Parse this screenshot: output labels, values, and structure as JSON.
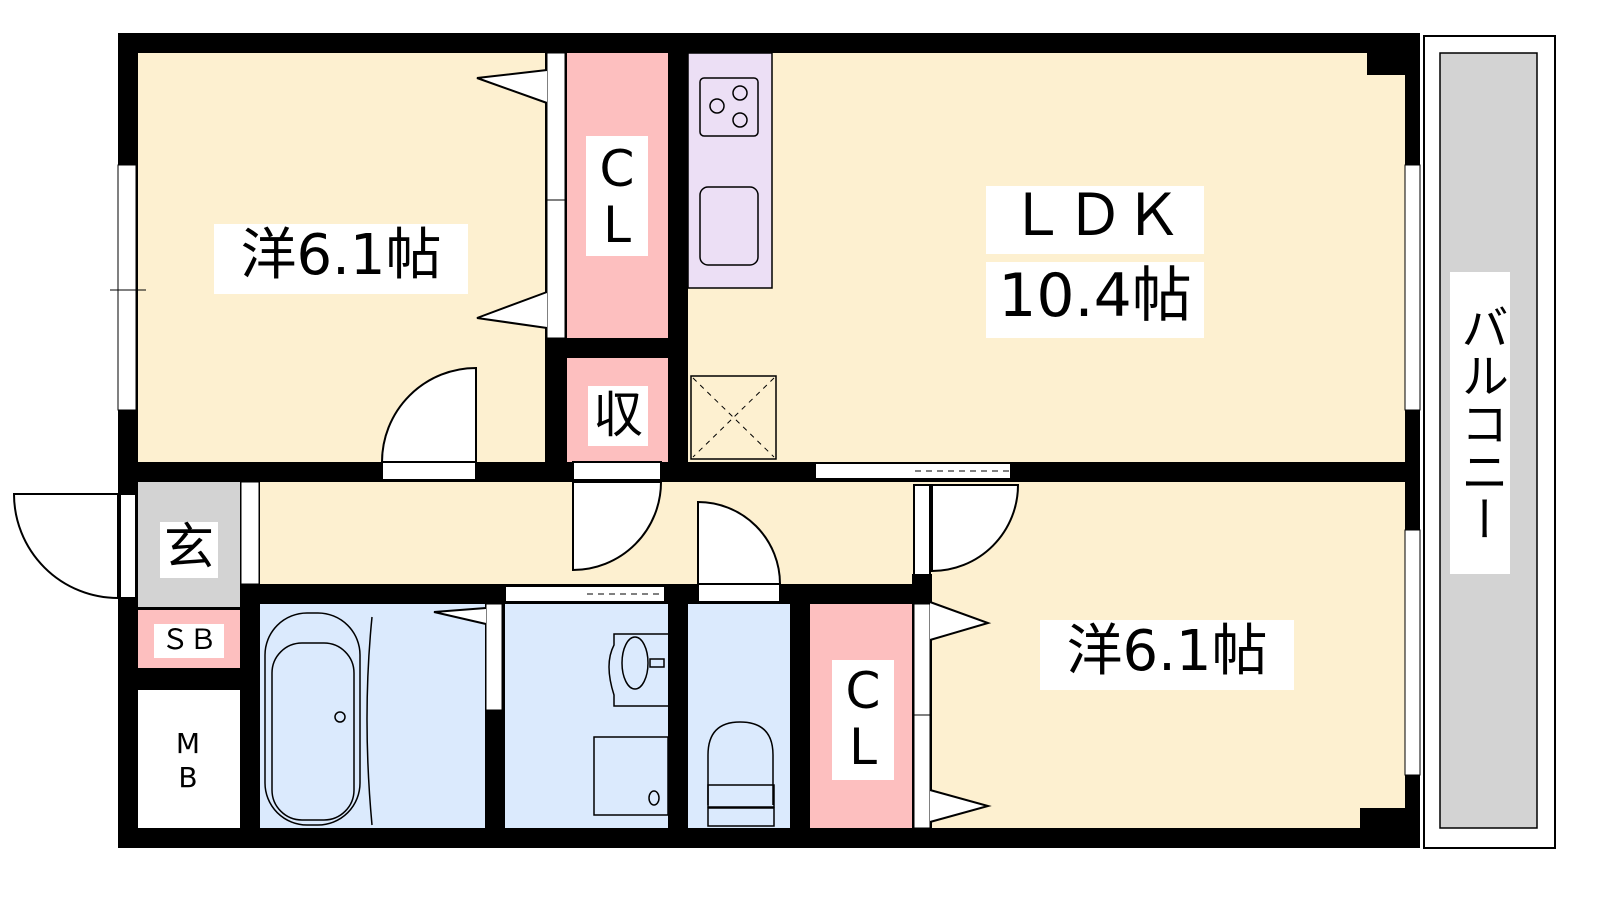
{
  "rooms": {
    "western_room_1": {
      "label": "洋6.1帖"
    },
    "closet_1": {
      "label_c": "C",
      "label_l": "L"
    },
    "storage": {
      "label": "収"
    },
    "ldk": {
      "label": "ＬＤＫ",
      "size": "10.4帖"
    },
    "entrance": {
      "label": "玄"
    },
    "shoe_box": {
      "label": "ＳＢ"
    },
    "meter_box": {
      "label_m": "M",
      "label_b": "B"
    },
    "closet_2": {
      "label_c": "C",
      "label_l": "L"
    },
    "western_room_2": {
      "label": "洋6.1帖"
    },
    "balcony": {
      "label": "バルコニー"
    }
  },
  "colors": {
    "room": "#fdf0d0",
    "closet": "#fdbfbf",
    "wet_area": "#dbeafd",
    "kitchen": "#ecdff5",
    "entrance": "#d3d3d3",
    "wall": "#000000"
  }
}
